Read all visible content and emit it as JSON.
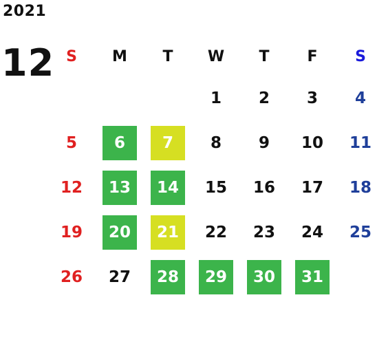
{
  "calendar": {
    "year": "2021",
    "month": "12",
    "weekdays": [
      "S",
      "M",
      "T",
      "W",
      "T",
      "F",
      "S"
    ],
    "weeks": [
      [
        "",
        "",
        "",
        "1",
        "2",
        "3",
        "4"
      ],
      [
        "5",
        "6",
        "7",
        "8",
        "9",
        "10",
        "11"
      ],
      [
        "12",
        "13",
        "14",
        "15",
        "16",
        "17",
        "18"
      ],
      [
        "19",
        "20",
        "21",
        "22",
        "23",
        "24",
        "25"
      ],
      [
        "26",
        "27",
        "28",
        "29",
        "30",
        "31",
        ""
      ]
    ],
    "highlighted_green": [
      "6",
      "13",
      "14",
      "20",
      "28",
      "29",
      "30",
      "31"
    ],
    "highlighted_yellow": [
      "7",
      "21"
    ],
    "colors": {
      "sunday": "#e02020",
      "saturday": "#1f3f9a",
      "green": "#3cb44b",
      "yellow": "#d6df22"
    }
  }
}
